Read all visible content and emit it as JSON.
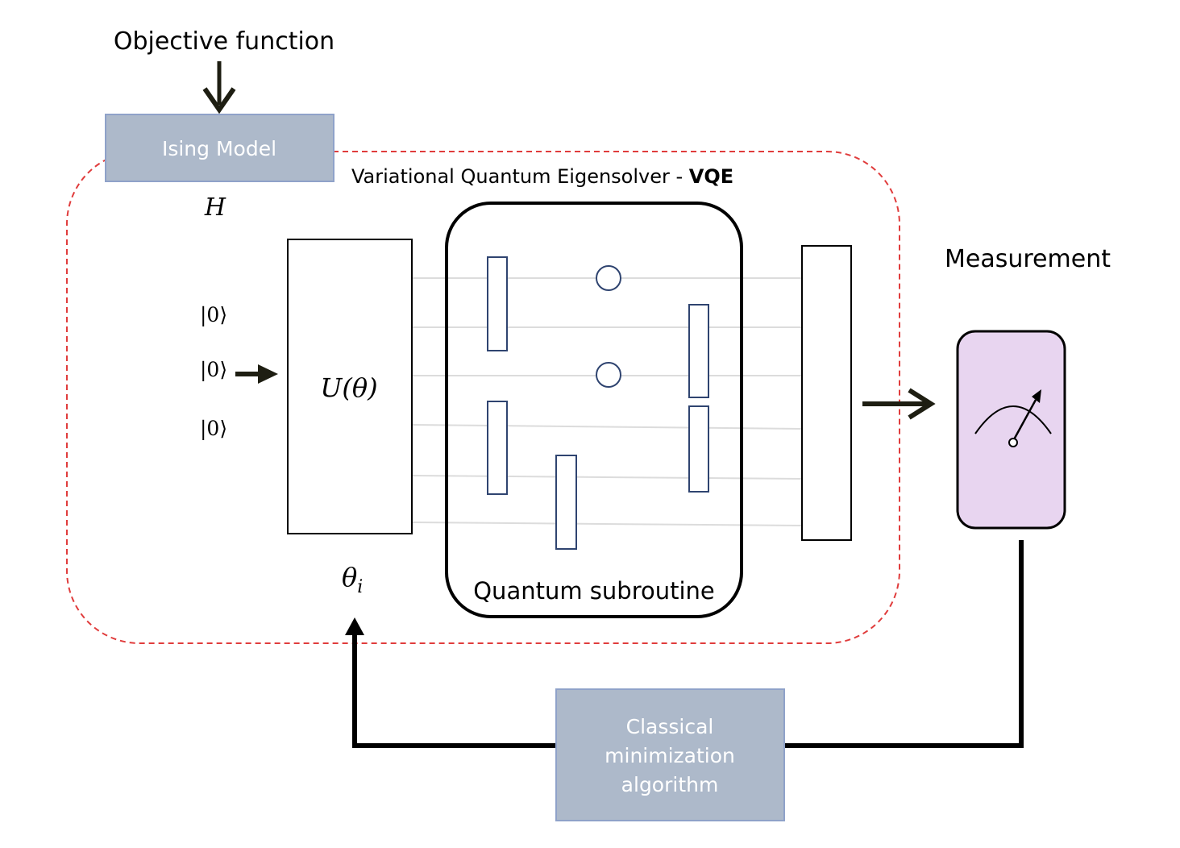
{
  "labels": {
    "objective_function": "Objective function",
    "ising_model": "Ising Model",
    "hamiltonian": "H",
    "vqe_prefix": "Variational Quantum Eigensolver - ",
    "vqe_bold": "VQE",
    "ket_zero": "|0⟩",
    "unitary": "U(θ)",
    "theta_base": "θ",
    "theta_sub": "i",
    "quantum_subroutine": "Quantum subroutine",
    "measurement": "Measurement",
    "classical_line1": "Classical",
    "classical_line2": "minimization",
    "classical_line3": "algorithm"
  },
  "colors": {
    "gray_box": "#adb9ca",
    "gray_box_border": "#8fa2c9",
    "dashed_border": "#e03c3c",
    "meter_fill": "#e8d5f0",
    "gate_stroke": "#2f4470",
    "wire": "#dcdcdc",
    "arrow": "#1e1e12"
  }
}
